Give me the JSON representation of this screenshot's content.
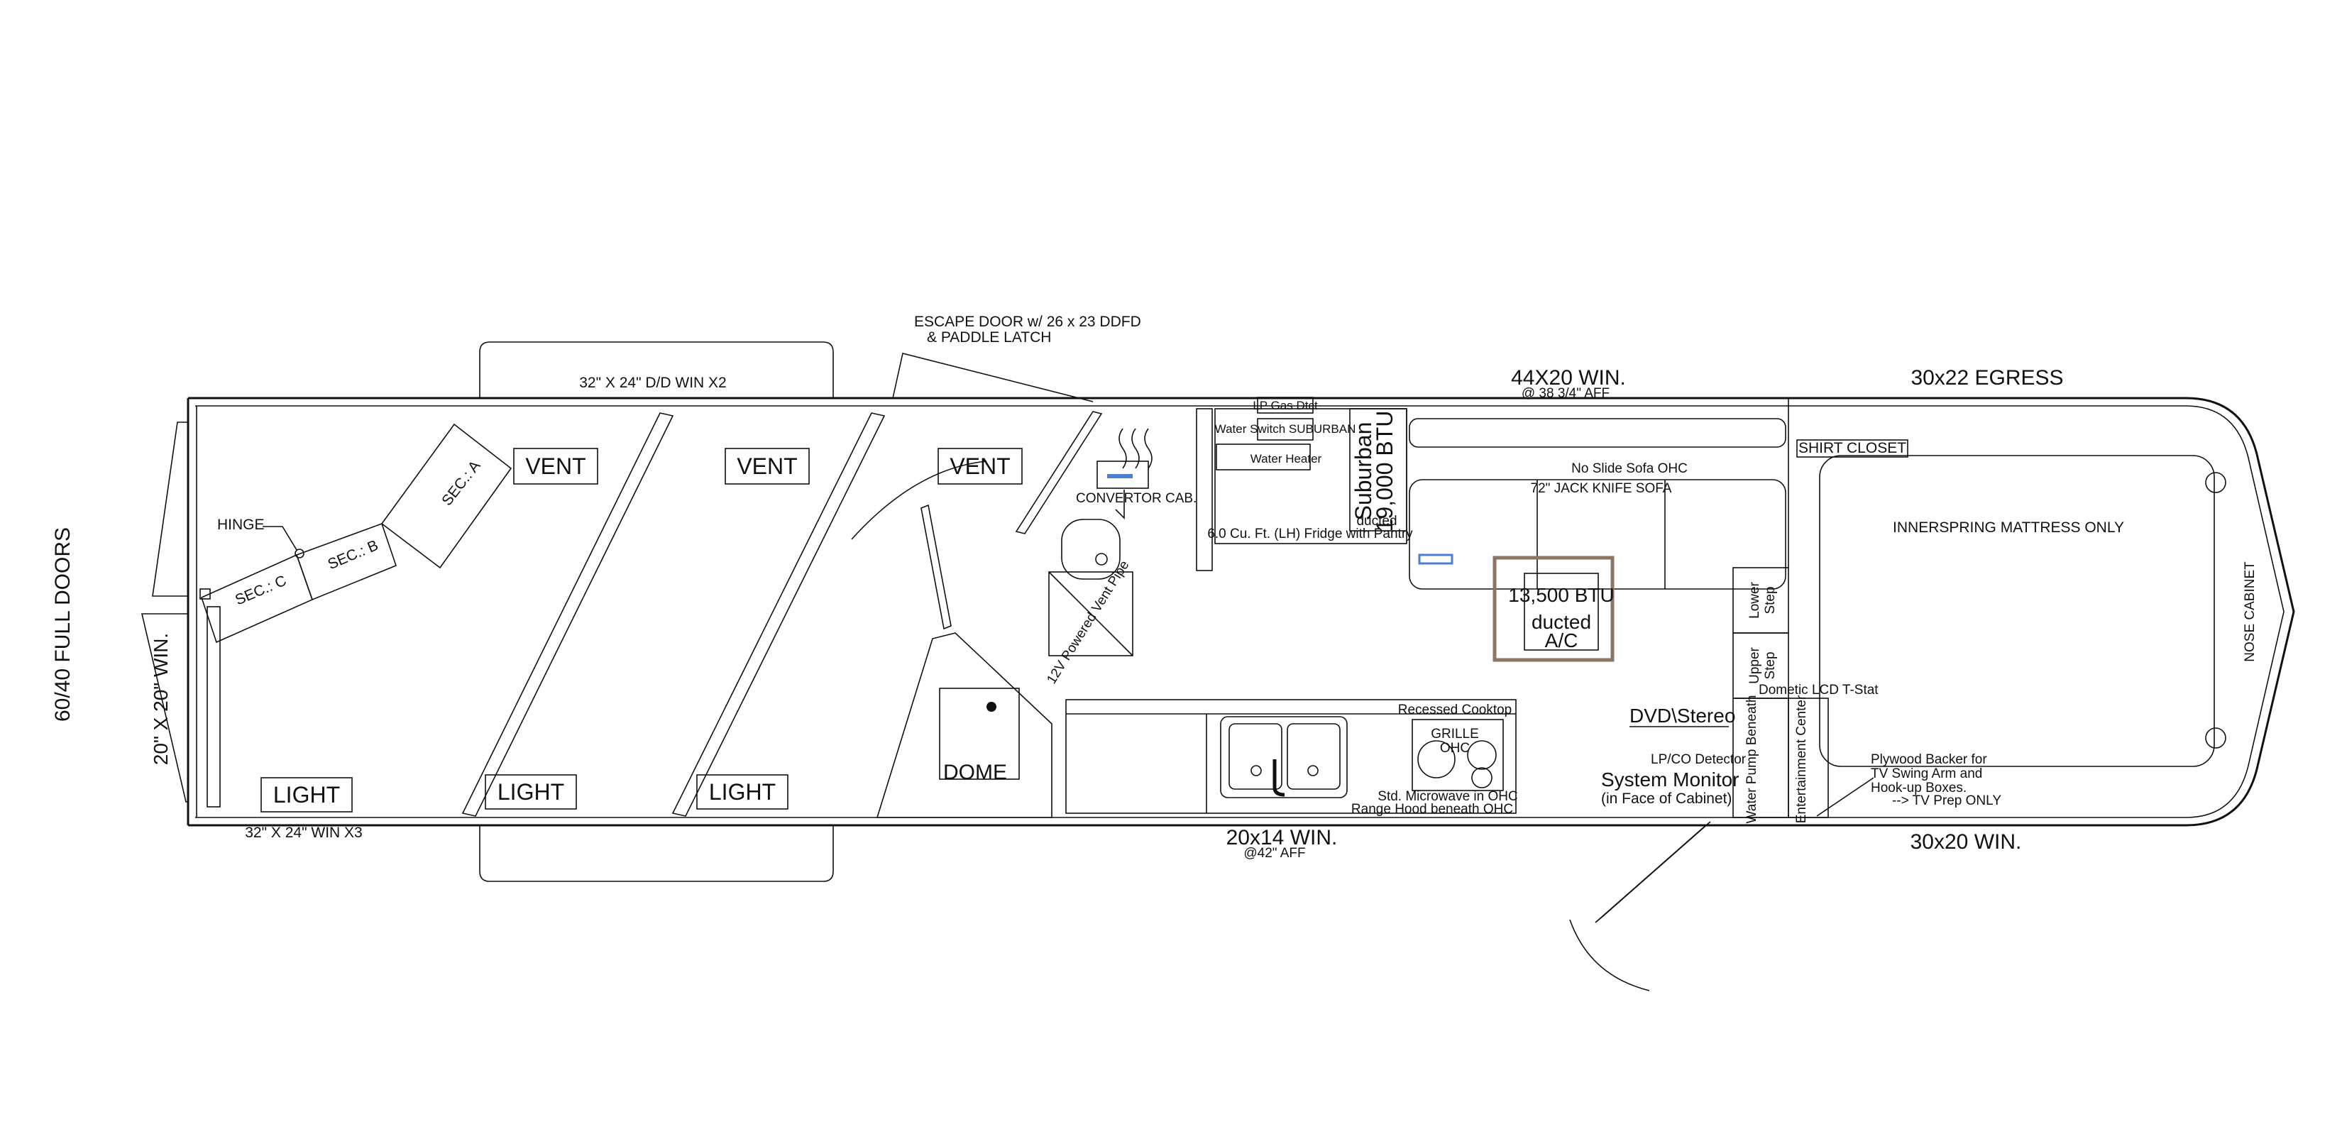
{
  "labels": {
    "full_doors": "60/40 FULL DOORS",
    "side_win": "20\" X 20\" WIN.",
    "hinge": "HINGE",
    "sec_a": "SEC.: A",
    "sec_b": "SEC.: B",
    "sec_c": "SEC.: C",
    "top_win": "32\" X 24\" D/D WIN X2",
    "bottom_win": "32\" X 24\" WIN X3",
    "vent": "VENT",
    "light": "LIGHT",
    "dome": "DOME",
    "escape_door": "ESCAPE DOOR w/ 26 x 23 DDFD",
    "paddle_latch": "& PADDLE LATCH",
    "converter": "CONVERTOR CAB.",
    "vent_pipe": "12V Powered Vent Pipe",
    "lp_gas": "LP Gas Dtct",
    "water_heater_top": "Water Switch SUBURBAN",
    "water_heater": "Water Heater",
    "fridge": "6.0 Cu. Ft. (LH) Fridge with Pantry",
    "furnace_a": "Suburban",
    "furnace_b": "19,000 BTU",
    "furnace_c": "ducted",
    "win_44": "44X20 WIN.",
    "win_44_aff": "@ 38 3/4\" AFF",
    "sofa_ohc": "No Slide Sofa OHC",
    "sofa": "72\" JACK KNIFE SOFA",
    "ac_btu": "13,500 BTU",
    "ac_ducted": "ducted",
    "ac": "A/C",
    "egress": "30x22 EGRESS",
    "shirt_closet": "SHIRT CLOSET",
    "mattress": "INNERSPRING MATTRESS ONLY",
    "nose_cabinet": "NOSE CABINET",
    "lower_step": "Lower Step",
    "upper_step": "Upper Step",
    "tstat": "Dometic LCD T-Stat",
    "dvd": "DVD\\Stereo",
    "lpco": "LP/CO Detector",
    "sys_mon": "System Monitor",
    "sys_mon_sub": "(in Face of Cabinet)",
    "water_pump": "Water Pump Beneath",
    "ent_center": "Entertainment Center",
    "plywood_1": "Plywood Backer for",
    "plywood_2": "TV Swing Arm and",
    "plywood_3": "Hook-up Boxes.",
    "tv_prep": "-->  TV Prep ONLY",
    "win_30x20": "30x20 WIN.",
    "cooktop": "Recessed Cooktop",
    "grill": "GRILLE",
    "ohc": "OHC",
    "microwave": "Std. Microwave in OHC",
    "range_hood": "Range Hood beneath OHC",
    "win_20x14": "20x14 WIN.",
    "win_20x14_aff": "@42\" AFF"
  }
}
